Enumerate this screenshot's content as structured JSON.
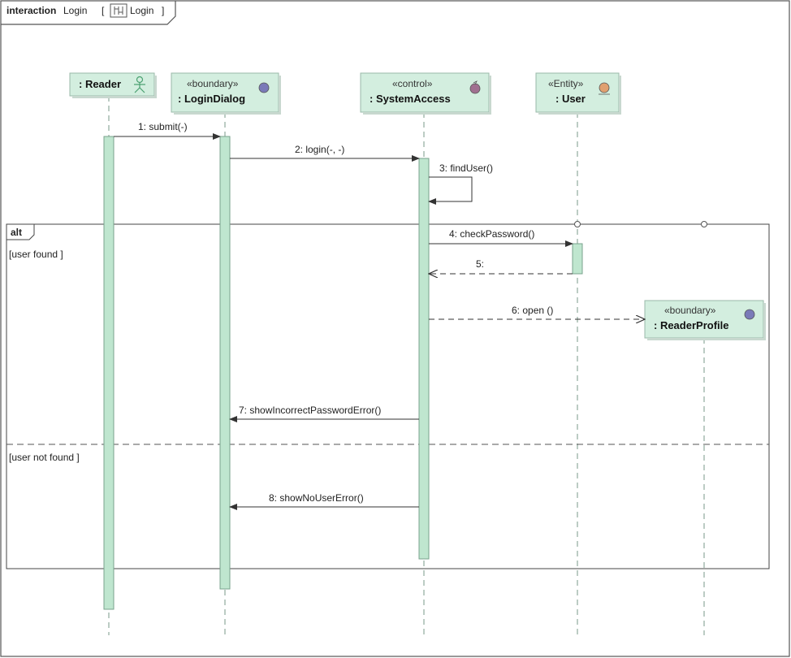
{
  "frame": {
    "keyword": "interaction",
    "name": "Login",
    "ref_name": "Login"
  },
  "lifelines": [
    {
      "id": "reader",
      "name": ": Reader",
      "stereotype": "",
      "icon": "actor-icon"
    },
    {
      "id": "logindialog",
      "name": ": LoginDialog",
      "stereotype": "«boundary»",
      "icon": "boundary-icon"
    },
    {
      "id": "systemaccess",
      "name": ": SystemAccess",
      "stereotype": "«control»",
      "icon": "control-icon"
    },
    {
      "id": "user",
      "name": ": User",
      "stereotype": "«Entity»",
      "icon": "entity-icon"
    },
    {
      "id": "readerprofile",
      "name": ": ReaderProfile",
      "stereotype": "«boundary»",
      "icon": "boundary-icon"
    }
  ],
  "messages": [
    {
      "id": "m1",
      "label": "1: submit(-)",
      "from": "reader",
      "to": "logindialog",
      "kind": "sync"
    },
    {
      "id": "m2",
      "label": "2: login(-, -)",
      "from": "logindialog",
      "to": "systemaccess",
      "kind": "sync"
    },
    {
      "id": "m3",
      "label": "3: findUser()",
      "from": "systemaccess",
      "to": "systemaccess",
      "kind": "self"
    },
    {
      "id": "m4",
      "label": "4: checkPassword()",
      "from": "systemaccess",
      "to": "user",
      "kind": "sync"
    },
    {
      "id": "m5",
      "label": "5:",
      "from": "user",
      "to": "systemaccess",
      "kind": "reply"
    },
    {
      "id": "m6",
      "label": "6: open ()",
      "from": "systemaccess",
      "to": "readerprofile",
      "kind": "create"
    },
    {
      "id": "m7",
      "label": "7: showIncorrectPasswordError()",
      "from": "systemaccess",
      "to": "logindialog",
      "kind": "sync"
    },
    {
      "id": "m8",
      "label": "8: showNoUserError()",
      "from": "systemaccess",
      "to": "logindialog",
      "kind": "sync"
    }
  ],
  "fragment": {
    "operator": "alt",
    "guards": [
      "[user found ]",
      "[user not found ]"
    ]
  },
  "colors": {
    "lifeline_fill": "#d3eedf",
    "lifeline_border": "#9ab8a8",
    "activation_fill": "#bfe6cf",
    "activation_border": "#7aa38c",
    "line": "#333333",
    "dash": "#7a9a8a",
    "boundary_icon": "#7a7ab8",
    "control_icon": "#a07090",
    "entity_icon": "#e0a070",
    "actor_icon": "#4aa070"
  }
}
